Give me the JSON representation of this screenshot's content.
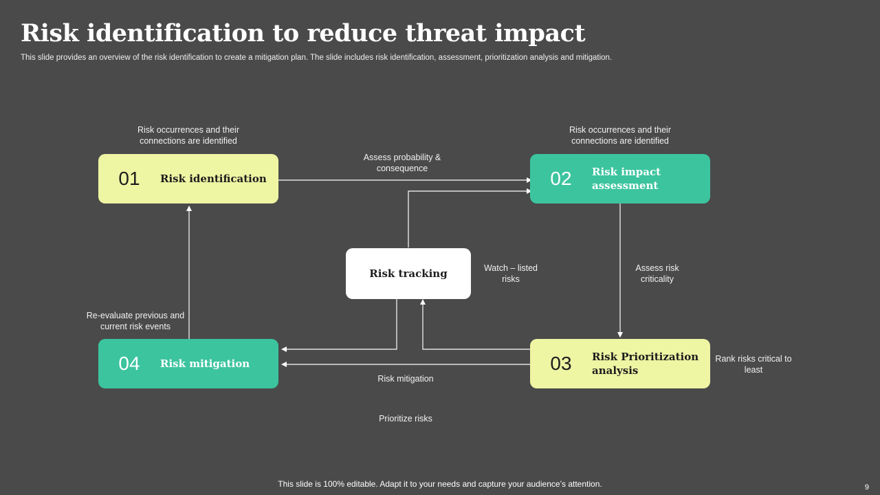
{
  "title": "Risk identification to reduce threat impact",
  "subtitle": "This slide provides an overview of the risk identification to create a mitigation plan. The slide includes risk identification, assessment, prioritization analysis and mitigation.",
  "steps": [
    {
      "number": "01",
      "label": "Risk identification",
      "color": "#eef5a3"
    },
    {
      "number": "02",
      "label": "Risk impact assessment",
      "color": "#3cc49e"
    },
    {
      "number": "03",
      "label": "Risk Prioritization analysis",
      "color": "#eef5a3"
    },
    {
      "number": "04",
      "label": "Risk mitigation",
      "color": "#3cc49e"
    }
  ],
  "center": {
    "label": "Risk tracking",
    "color": "#ffffff"
  },
  "notes": {
    "above_01": "Risk occurrences and their connections are identified",
    "above_02": "Risk occurrences and their connections are identified",
    "arrow_01_02": "Assess probability & consequence",
    "tracking_side": "Watch – listed risks",
    "arrow_02_03": "Assess risk criticality",
    "arrow_04_01": "Re-evaluate previous and current risk events",
    "beside_03": "Rank risks critical to least",
    "arrow_03_04": "Risk mitigation",
    "bottom": "Prioritize risks"
  },
  "footer": "This slide is 100% editable. Adapt it to your needs and capture your audience’s attention.",
  "page_number": "9",
  "colors": {
    "background": "#4a4a4a",
    "yellow": "#eef5a3",
    "teal": "#3cc49e",
    "arrow": "#ffffff"
  }
}
